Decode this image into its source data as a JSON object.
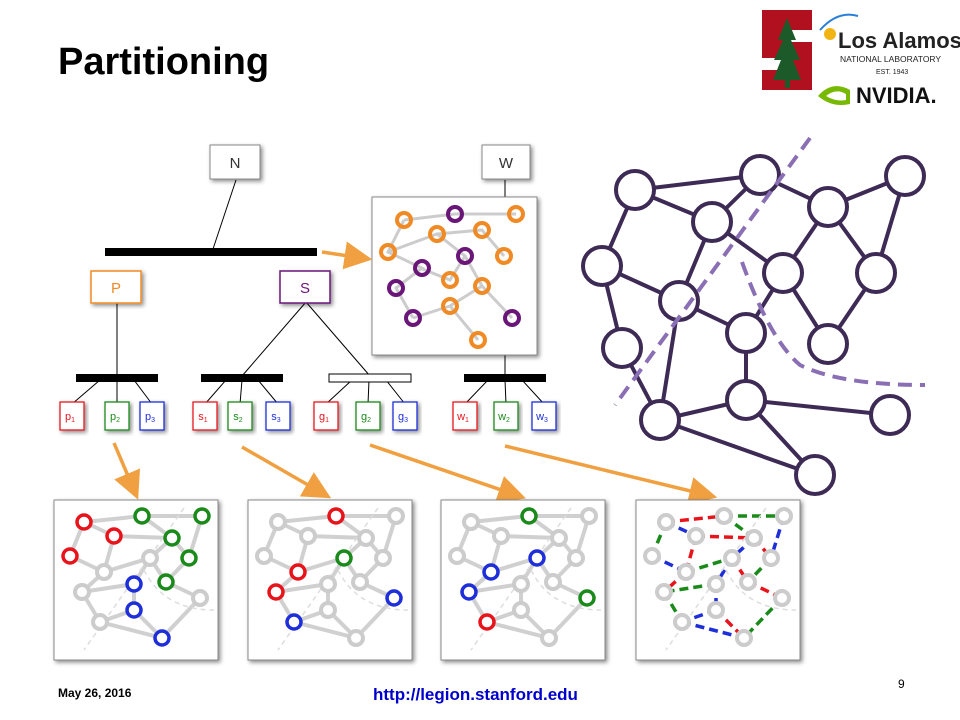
{
  "slide": {
    "title": "Partitioning",
    "date": "May 26, 2016",
    "url": "http://legion.stanford.edu",
    "page_number": "9"
  },
  "logos": {
    "lanl_line1": "Los Alamos",
    "lanl_line2": "NATIONAL LABORATORY",
    "lanl_line3": "EST. 1943",
    "nvidia": "NVIDIA."
  },
  "tree": {
    "root_n": "N",
    "root_w": "W",
    "p": "P",
    "s": "S",
    "leaves": [
      {
        "base": "p",
        "sub": "1",
        "color": "#e8141c"
      },
      {
        "base": "p",
        "sub": "2",
        "color": "#1a8a1a"
      },
      {
        "base": "p",
        "sub": "3",
        "color": "#1e2fd9"
      },
      {
        "base": "s",
        "sub": "1",
        "color": "#e8141c"
      },
      {
        "base": "s",
        "sub": "2",
        "color": "#1a8a1a"
      },
      {
        "base": "s",
        "sub": "3",
        "color": "#1e2fd9"
      },
      {
        "base": "g",
        "sub": "1",
        "color": "#e8141c"
      },
      {
        "base": "g",
        "sub": "2",
        "color": "#1a8a1a"
      },
      {
        "base": "g",
        "sub": "3",
        "color": "#1e2fd9"
      },
      {
        "base": "w",
        "sub": "1",
        "color": "#e8141c"
      },
      {
        "base": "w",
        "sub": "2",
        "color": "#1a8a1a"
      },
      {
        "base": "w",
        "sub": "3",
        "color": "#1e2fd9"
      }
    ]
  },
  "colors": {
    "red": "#e8141c",
    "green": "#1a8a1a",
    "blue": "#1e2fd9",
    "orange": "#f08a24",
    "purple": "#6a1578",
    "graph_dark": "#3d2a55",
    "cut_line": "#8a6fb5",
    "arrow": "#f0a040",
    "gray_node": "#cccccc"
  }
}
